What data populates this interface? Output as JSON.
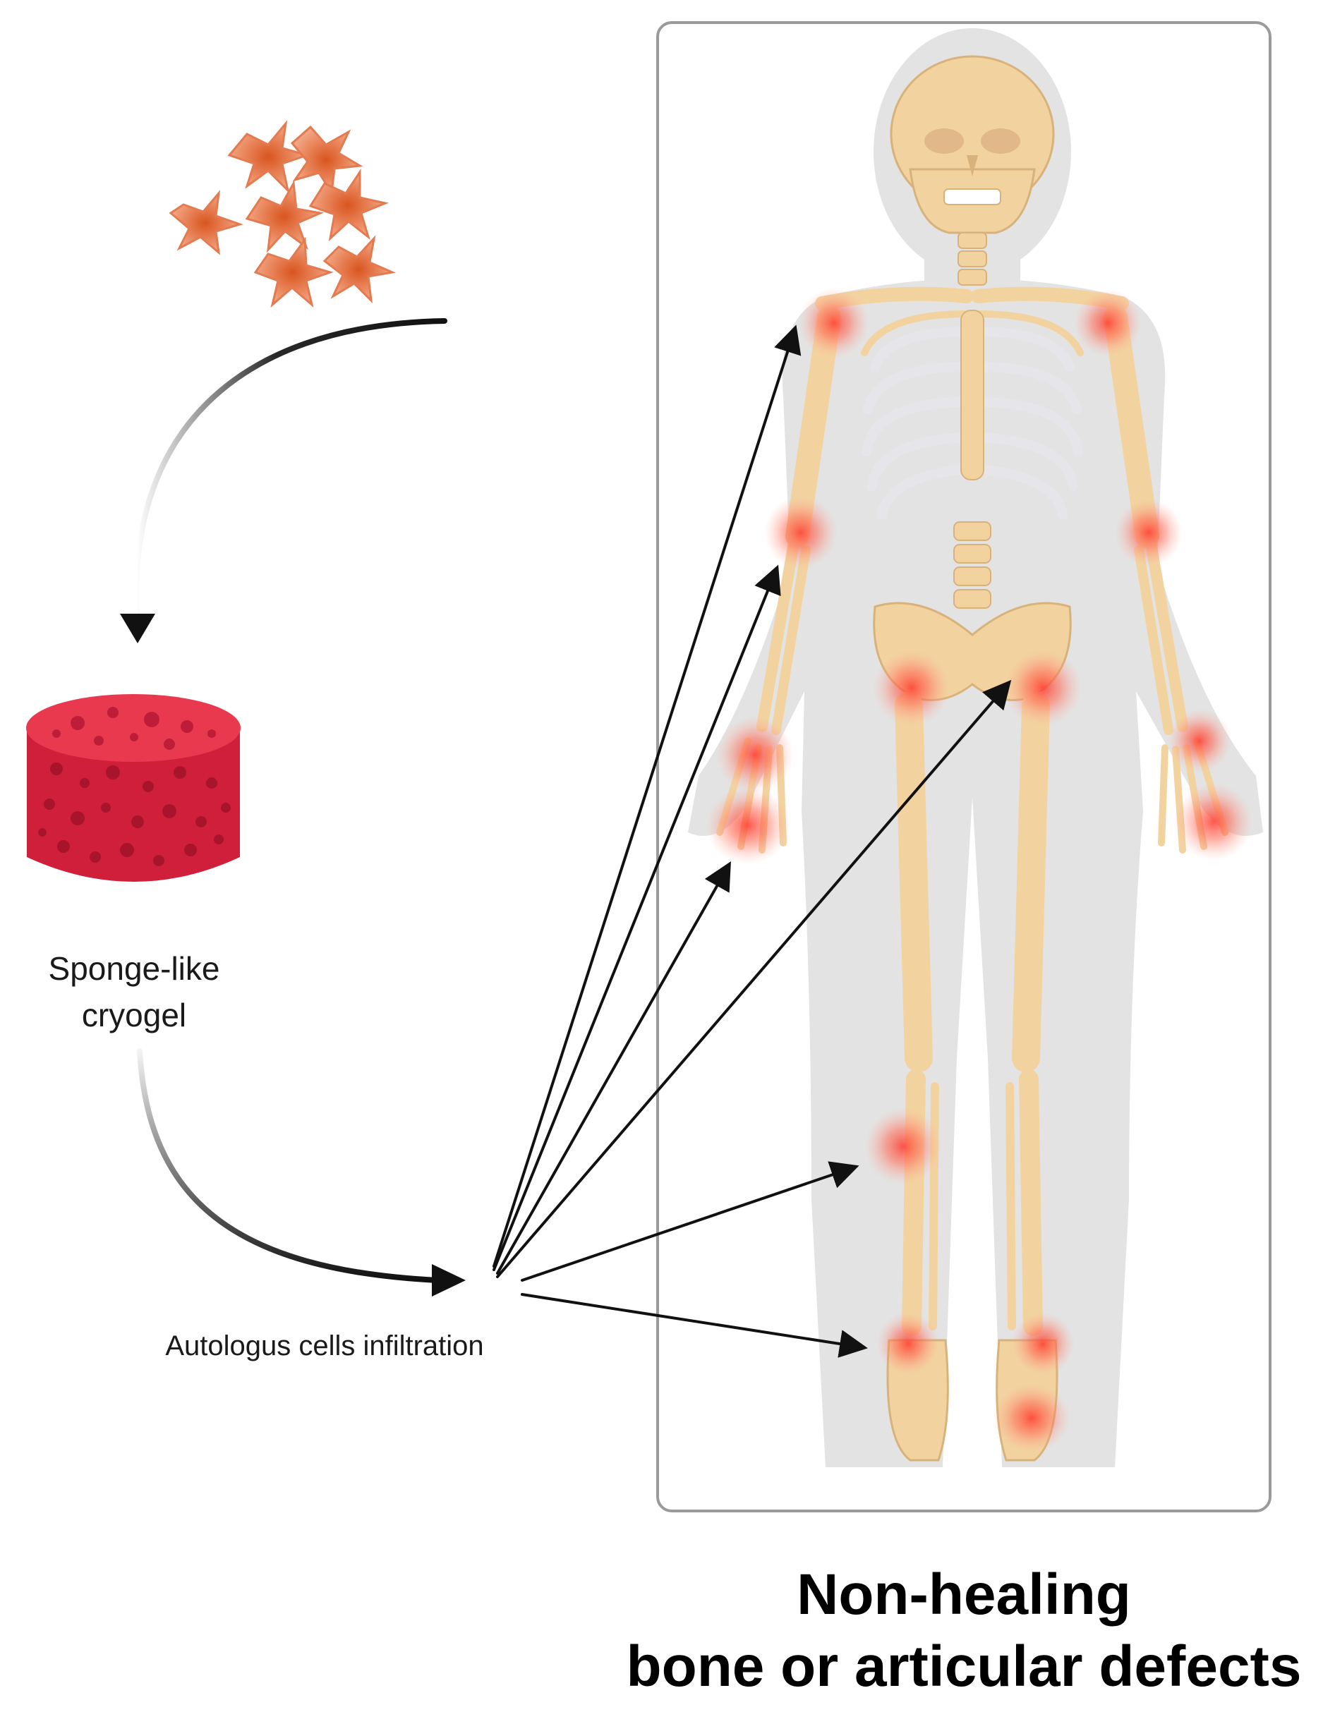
{
  "labels": {
    "cryogel": [
      "Sponge-like",
      "cryogel"
    ],
    "infiltration": "Autologus cells infiltration",
    "title": [
      "Non-healing",
      "bone or articular defects"
    ]
  },
  "icons": {
    "cells": "cell-cluster-icon",
    "cryogel": "cryogel-sponge-icon",
    "body": "human-skeleton-icon"
  },
  "colors": {
    "arrow": "#111111",
    "cells": "#e9835a",
    "cryogel": "#d8223f",
    "bone": "#f2d3a0",
    "silhouette": "#e3e3e3",
    "defect_glow": "#ff5a4a",
    "panel_border": "#9a9a9a"
  },
  "defect_sites": [
    "right-shoulder",
    "left-shoulder",
    "right-elbow",
    "left-elbow",
    "right-hand",
    "left-hand",
    "right-hip",
    "left-hip",
    "right-knee",
    "right-ankle",
    "left-ankle",
    "left-foot"
  ]
}
